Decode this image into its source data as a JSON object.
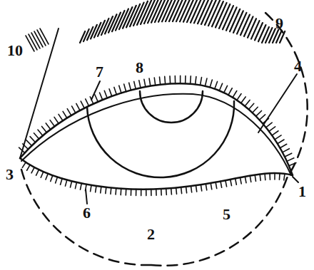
{
  "diagram": {
    "labels": [
      "10",
      "7",
      "8",
      "9",
      "4",
      "3",
      "6",
      "2",
      "5",
      "1"
    ]
  }
}
